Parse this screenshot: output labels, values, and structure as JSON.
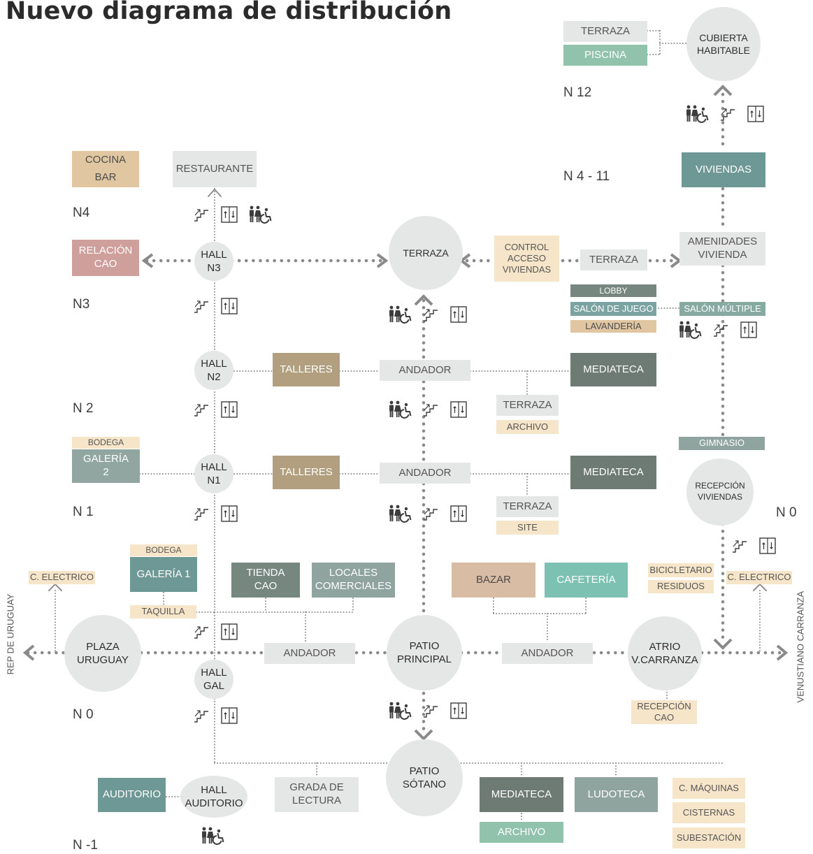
{
  "title": "Nuevo diagrama de distribución",
  "side_labels": {
    "left": "REP DE URUGUAY",
    "right": "VENUSTIANO CARRANZA"
  },
  "levels": {
    "n12": "N 12",
    "n4_11": "N 4 - 11",
    "n4": "N4",
    "n3": "N3",
    "n2": "N 2",
    "n1": "N 1",
    "n0_right": "N 0",
    "n0_left": "N 0",
    "nm1": "N -1"
  },
  "nodes": {
    "cubierta": [
      "CUBIERTA",
      "HABITABLE"
    ],
    "terraza_n3": [
      "TERRAZA"
    ],
    "hall_n3": [
      "HALL",
      "N3"
    ],
    "hall_n2": [
      "HALL",
      "N2"
    ],
    "hall_n1": [
      "HALL",
      "N1"
    ],
    "recepcion_viv": [
      "RECEPCIÓN",
      "VIVIENDAS"
    ],
    "plaza": [
      "PLAZA",
      "URUGUAY"
    ],
    "patio_principal": [
      "PATIO",
      "PRINCIPAL"
    ],
    "atrio": [
      "ATRIO",
      "V.CARRANZA"
    ],
    "hall_gal": [
      "HALL",
      "GAL"
    ],
    "patio_sotano": [
      "PATIO",
      "SÓTANO"
    ],
    "hall_auditorio": [
      "HALL",
      "AUDITORIO"
    ]
  },
  "boxes": {
    "terraza_top": "TERRAZA",
    "piscina": "PISCINA",
    "viviendas": "VIVIENDAS",
    "amenidades": [
      "AMENIDADES",
      "VIVIENDA"
    ],
    "cocina": "COCINA",
    "bar": "BAR",
    "restaurante": "RESTAURANTE",
    "relacion": [
      "RELACIÓN",
      "CAO"
    ],
    "control": [
      "CONTROL",
      "ACCESO",
      "VIVIENDAS"
    ],
    "terraza_n3_box": "TERRAZA",
    "lobby": "LOBBY",
    "salon_juego": "SALÓN DE JUEGO",
    "salon_multiple": "SALÓN MÚLTIPLE",
    "lavanderia": "LAVANDERÍA",
    "talleres_n2": "TALLERES",
    "andador_n2": "ANDADOR",
    "mediateca_n2": "MEDIATECA",
    "terraza_n2": "TERRAZA",
    "archivo_n2": "ARCHIVO",
    "bodega_n1": "BODEGA",
    "galeria2": [
      "GALERÍA",
      "2"
    ],
    "talleres_n1": "TALLERES",
    "andador_n1": "ANDADOR",
    "mediateca_n1": "MEDIATECA",
    "gimnasio": "GIMNASIO",
    "terraza_n1": "TERRAZA",
    "site": "SITE",
    "bodega_n0": "BODEGA",
    "galeria1": "GALERÍA 1",
    "taquilla": "TAQUILLA",
    "tienda": [
      "TIENDA",
      "CAO"
    ],
    "locales": [
      "LOCALES",
      "COMERCIALES"
    ],
    "bazar": "BAZAR",
    "cafeteria": "CAFETERÍA",
    "bicicletario": "BICICLETARIO",
    "residuos": "RESIDUOS",
    "c_electrico_left": "C. ELECTRICO",
    "c_electrico_right": "C. ELECTRICO",
    "andador_n0_left": "ANDADOR",
    "andador_n0_right": "ANDADOR",
    "recepcion_cao": [
      "RECEPCIÓN",
      "CAO"
    ],
    "auditorio": "AUDITORIO",
    "grada": [
      "GRADA DE",
      "LECTURA"
    ],
    "mediateca_s": "MEDIATECA",
    "archivo_s": "ARCHIVO",
    "ludoteca": "LUDOTECA",
    "c_maquinas": "C. MÁQUINAS",
    "cisternas": "CISTERNAS",
    "subestacion": "SUBESTACIÓN"
  },
  "icons": {
    "restroom": "restroom-icon",
    "accessible": "wheelchair-icon",
    "stairs": "stairs-icon",
    "elevator": "elevator-icon"
  },
  "colors": {
    "light_gray": "#e5e7e6",
    "tan": "#e0c7a2",
    "cream": "#f6e5c9",
    "teal": "#6d9896",
    "dark_gray": "#6e7b75",
    "brown": "#b29f7f",
    "rose": "#cf9f9b",
    "mint": "#90c2ac",
    "aqua": "#7cc1b1",
    "beige": "#d9bca4",
    "connector": "#8a8a8a"
  }
}
